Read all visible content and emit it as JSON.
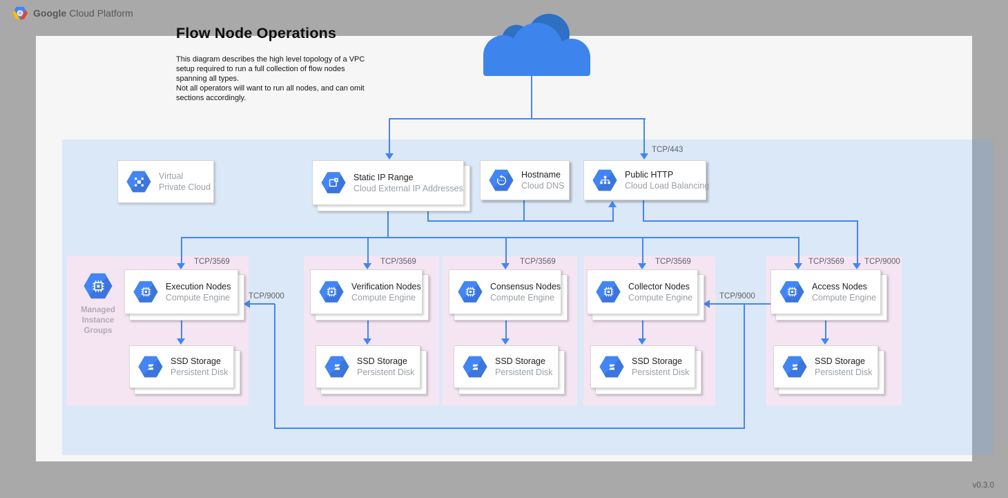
{
  "brand": {
    "bold": "Google",
    "rest": "Cloud Platform"
  },
  "heading": {
    "title": "Flow Node Operations",
    "description": [
      "This diagram describes the high level topology of a VPC setup required to run a full collection of flow nodes spanning all types.",
      "Not all operators will want to run all nodes, and can omit sections accordingly."
    ]
  },
  "version": "v0.3.0",
  "edge_labels": {
    "tcp_443": "TCP/443",
    "tcp_3569": "TCP/3569",
    "tcp_9000": "TCP/9000"
  },
  "vpc": {
    "title": "Virtual",
    "subtitle": "Private Cloud"
  },
  "services": {
    "static_ip": {
      "title": "Static IP Range",
      "subtitle": "Cloud External IP Addresses"
    },
    "hostname": {
      "title": "Hostname",
      "subtitle": "Cloud DNS"
    },
    "public_http": {
      "title": "Public HTTP",
      "subtitle": "Cloud Load Balancing"
    }
  },
  "mig": {
    "lines": [
      "Managed",
      "Instance",
      "Groups"
    ]
  },
  "groups": [
    {
      "title": "Execution Nodes",
      "subtitle": "Compute Engine",
      "storage": {
        "title": "SSD Storage",
        "subtitle": "Persistent Disk"
      }
    },
    {
      "title": "Verification Nodes",
      "subtitle": "Compute Engine",
      "storage": {
        "title": "SSD Storage",
        "subtitle": "Persistent Disk"
      }
    },
    {
      "title": "Consensus Nodes",
      "subtitle": "Compute Engine",
      "storage": {
        "title": "SSD Storage",
        "subtitle": "Persistent Disk"
      }
    },
    {
      "title": "Collector Nodes",
      "subtitle": "Compute Engine",
      "storage": {
        "title": "SSD Storage",
        "subtitle": "Persistent Disk"
      }
    },
    {
      "title": "Access Nodes",
      "subtitle": "Compute Engine",
      "storage": {
        "title": "SSD Storage",
        "subtitle": "Persistent Disk"
      }
    }
  ],
  "icons": {
    "brand": "gcp-hexagon-logo",
    "internet": "cloud-icon",
    "vpc": "vpc-hexagon-icon",
    "static_ip": "external-ip-hexagon-icon",
    "hostname": "cloud-dns-hexagon-icon",
    "public_http": "load-balancing-hexagon-icon",
    "nodes": "compute-engine-hexagon-icon",
    "storage": "persistent-disk-hexagon-icon",
    "mig": "compute-engine-hexagon-icon"
  },
  "colors": {
    "line": "#4285f4",
    "canvas": "#a9a9a9",
    "panel": "#f6f6f6",
    "group_fill": "#f5e5f2",
    "icon": "#4285f4",
    "icon_dark": "#3a76dd",
    "cloud_light": "#3d85ec",
    "cloud_dark": "#2f6fc4"
  }
}
